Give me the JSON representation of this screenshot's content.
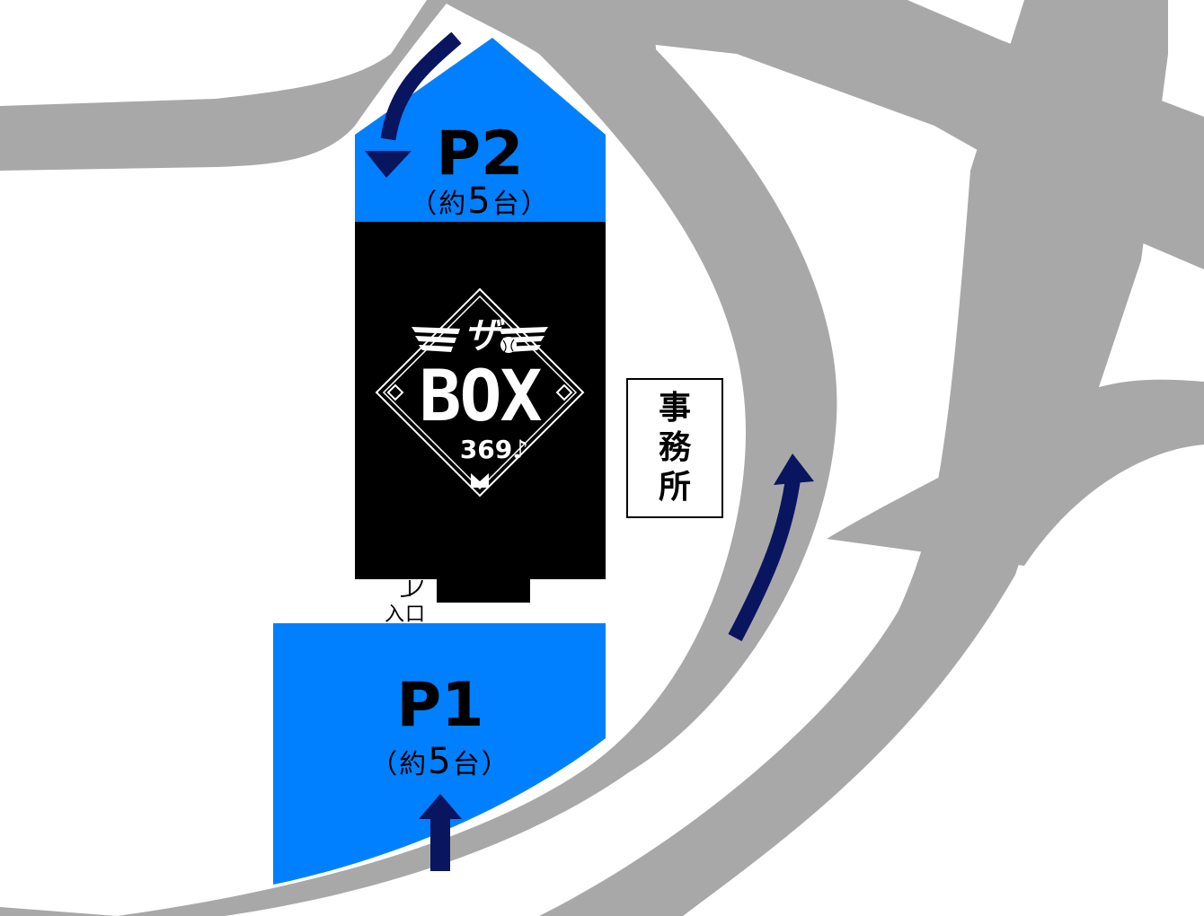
{
  "map": {
    "road_color": "#a8a8a8",
    "parking_color": "#0080ff",
    "building_color": "#000000",
    "arrow_color": "#0a1560"
  },
  "p2": {
    "title": "P2",
    "subtitle_pre": "（約",
    "capacity": "5",
    "subtitle_post": "台）"
  },
  "p1": {
    "title": "P1",
    "subtitle_pre": "（約",
    "capacity": "5",
    "subtitle_post": "台）"
  },
  "logo": {
    "top_text": "ザ",
    "main_text": "BOX",
    "number": "369",
    "note": "♪"
  },
  "office": {
    "chars": [
      "事",
      "務",
      "所"
    ]
  },
  "entrance": {
    "label": "入口"
  }
}
